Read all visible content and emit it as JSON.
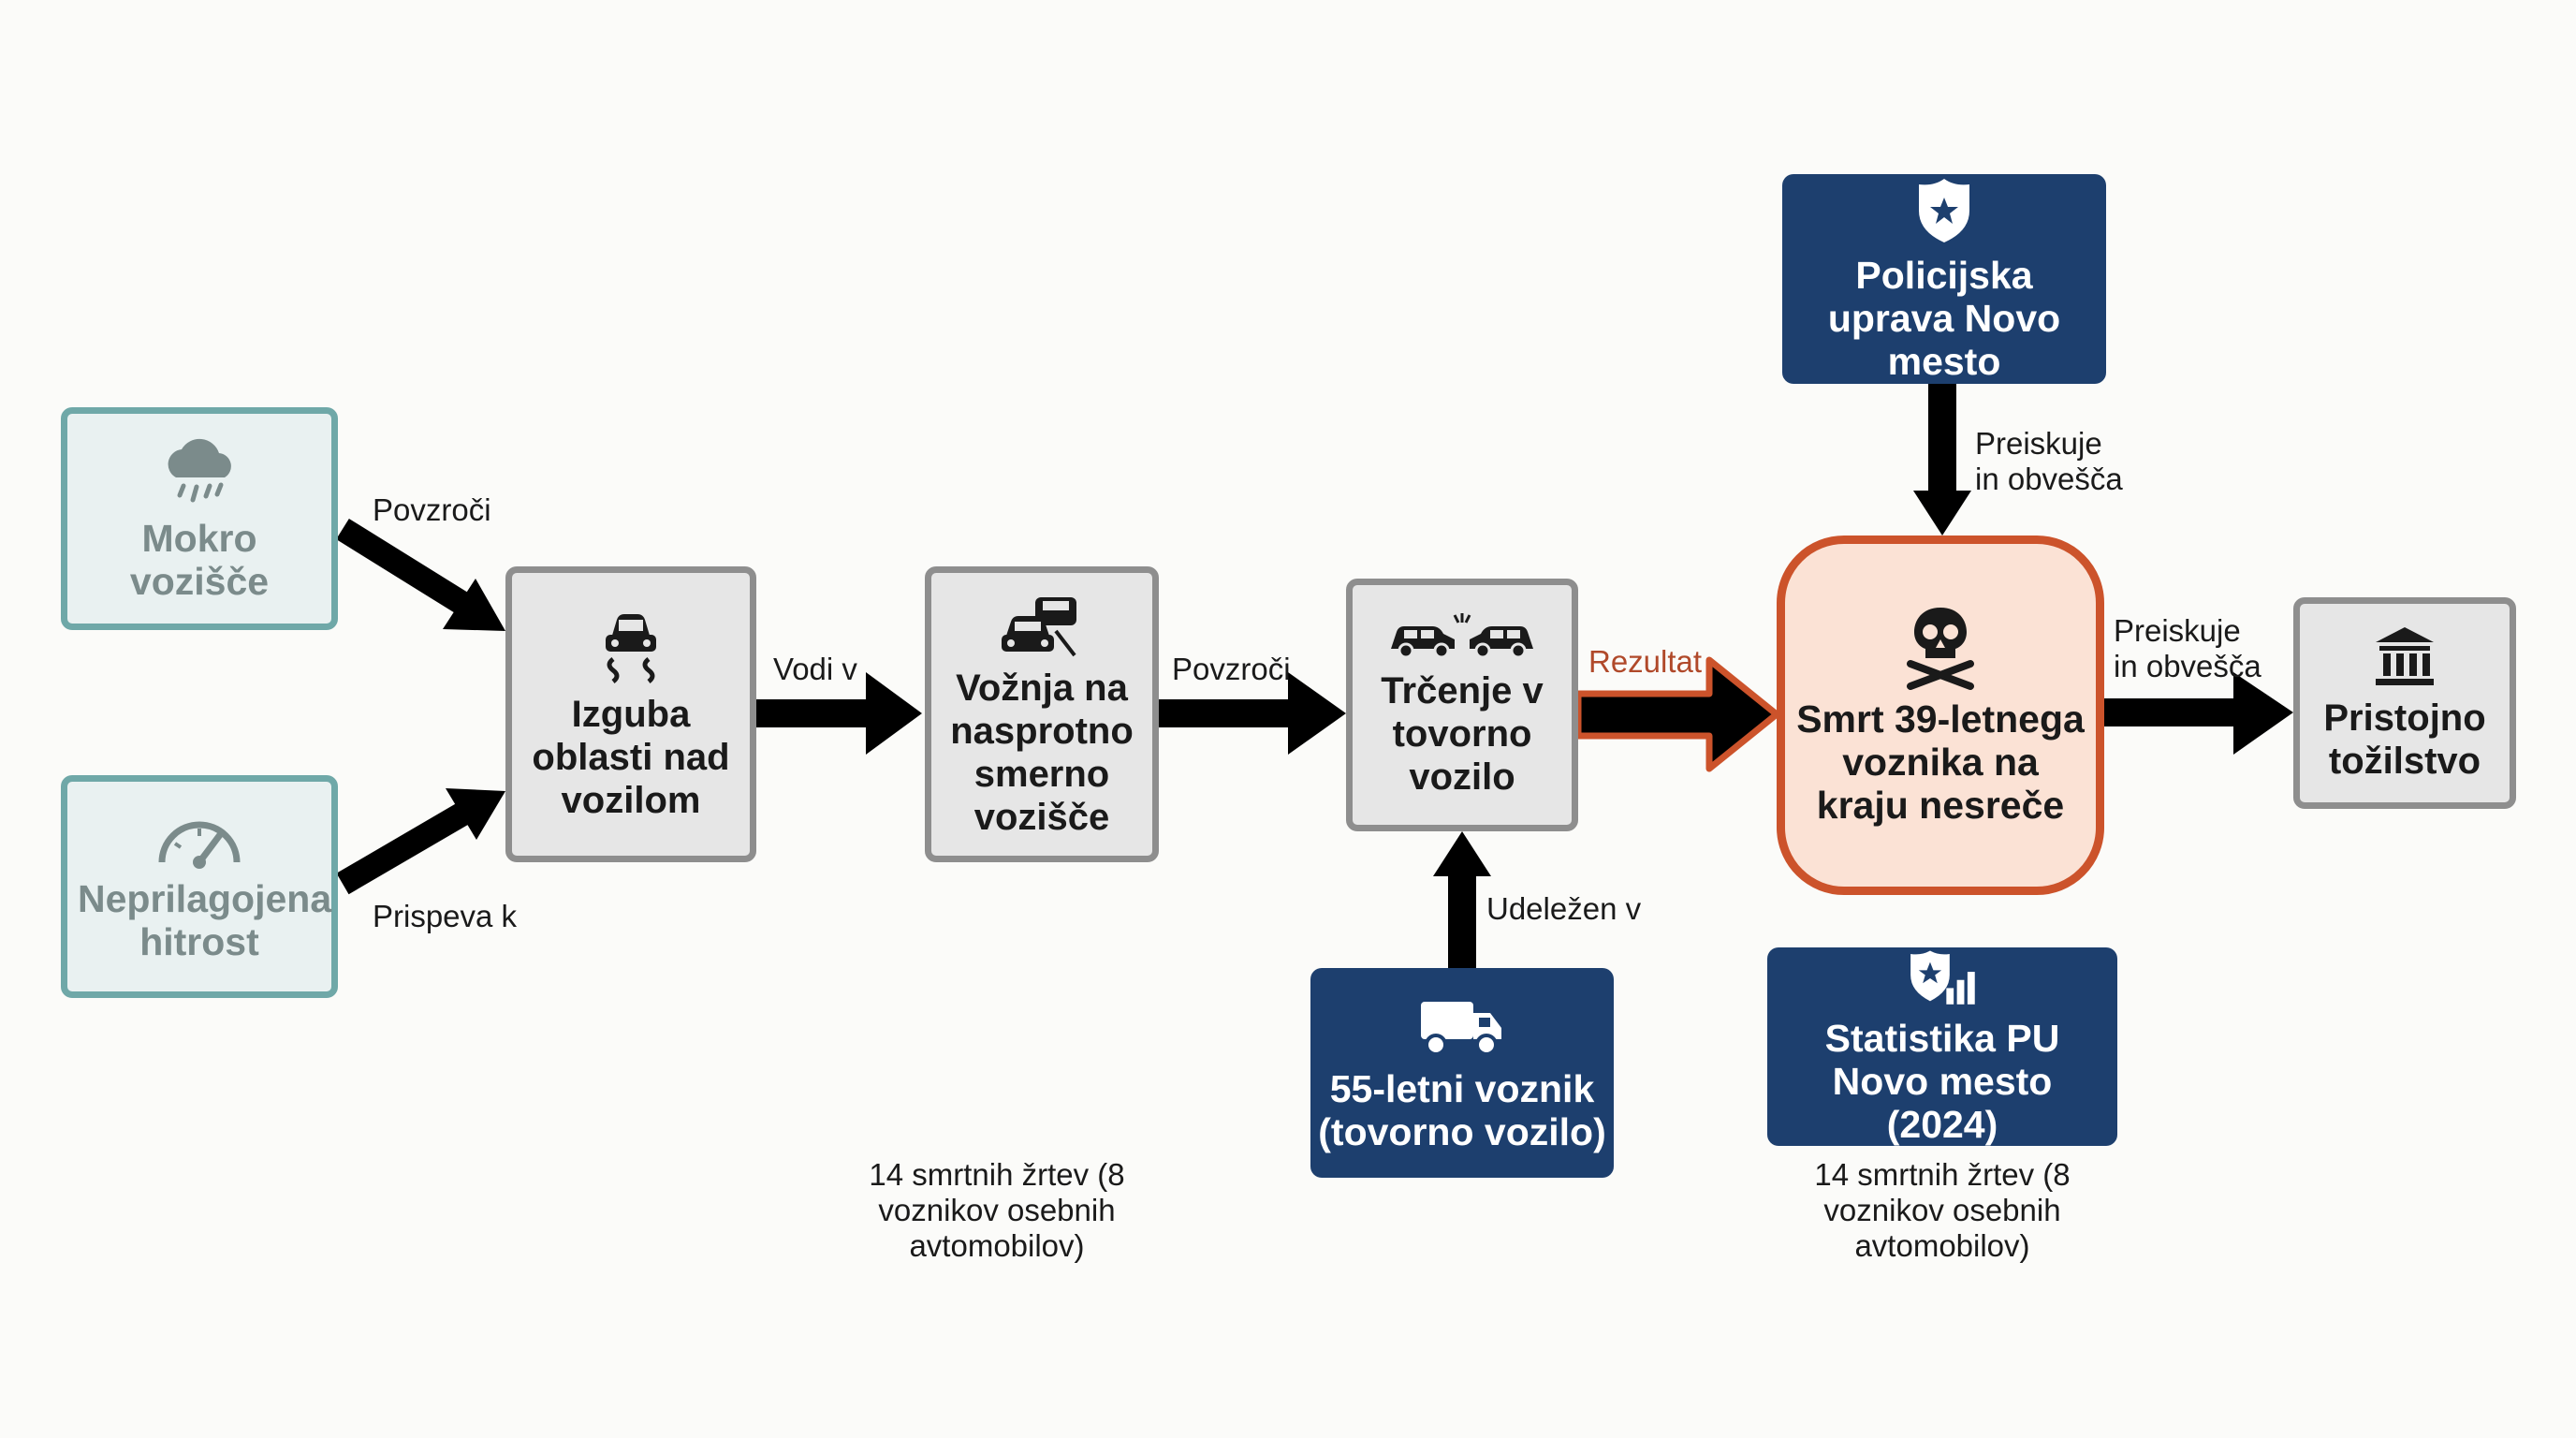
{
  "nodes": {
    "mokro": "Mokro vozišče",
    "hitrost": "Neprilagojena hitrost",
    "izguba": "Izguba oblasti nad vozilom",
    "voznja": "Vožnja na nasprotno smerno vozišče",
    "trcenje": "Trčenje v tovorno vozilo",
    "smrt": "Smrt 39-letnega voznika na kraju nesreče",
    "policija": "Policijska uprava Novo mesto",
    "tozilstvo": "Pristojno tožilstvo",
    "voznik55": "55-letni voznik (tovorno vozilo)",
    "statistika": "Statistika PU Novo mesto (2024)"
  },
  "edges": {
    "mokro_izguba": "Povzroči",
    "hitrost_izguba": "Prispeva k",
    "izguba_voznja": "Vodi v",
    "voznja_trcenje": "Povzroči",
    "trcenje_smrt": "Rezultat",
    "policija_smrt": "Preiskuje in obvešča",
    "smrt_tozilstvo": "Preiskuje in obvešča",
    "voznik55_trcenje": "Udeležen v"
  },
  "notes": {
    "left": "14 smrtnih žrtev (8 voznikov osebnih avtomobilov)",
    "right": "14 smrtnih žrtev (8 voznikov osebnih avtomobilov)"
  },
  "icons": {
    "mokro": "rain-cloud-icon",
    "hitrost": "speedometer-icon",
    "izguba": "skidding-car-icon",
    "voznja": "oncoming-cars-icon",
    "trcenje": "car-collision-icon",
    "smrt": "skull-crossbones-icon",
    "policija": "police-badge-icon",
    "tozilstvo": "courthouse-icon",
    "voznik55": "truck-icon",
    "statistika": "badge-chart-icon"
  },
  "colors": {
    "condition_border": "#6fa8a8",
    "step_border": "#8e8e8e",
    "agency_fill": "#1d3f6e",
    "death_border": "#cc532b",
    "result_arrow_outline": "#cc532b"
  }
}
